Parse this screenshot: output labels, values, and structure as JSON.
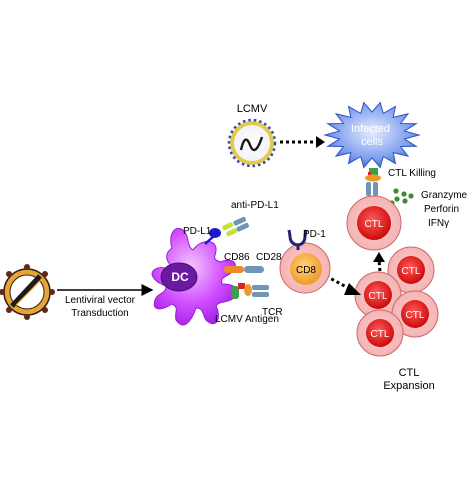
{
  "labels": {
    "lcmv": "LCMV",
    "infected_cells": "Infected\ncells",
    "ctl_killing": "CTL Killing",
    "granzyme": "Granzyme",
    "perforin": "Perforin",
    "ifng": "IFNγ",
    "anti_pdl1": "anti-PD-L1",
    "pdl1": "PD-L1",
    "pd1": "PD-1",
    "dc": "DC",
    "cd86": "CD86",
    "cd28": "CD28",
    "cd8": "CD8",
    "tcr": "TCR",
    "lcmv_antigen": "LCMV Antigen",
    "lentiviral": "Lentiviral vector",
    "transduction": "Transduction",
    "ctl": "CTL",
    "ctl_expansion_1": "CTL",
    "ctl_expansion_2": "Expansion"
  },
  "colors": {
    "dc_purple": "#cc33ff",
    "ctl_red": "#dd1111",
    "cd8_orange": "#f2a23a",
    "infected_blue": "#4a78d8",
    "pdl1_blue": "#1a1acc",
    "pd1_navy": "#222277",
    "tcr_gray": "#6f95b8",
    "green": "#4a9a3a"
  }
}
